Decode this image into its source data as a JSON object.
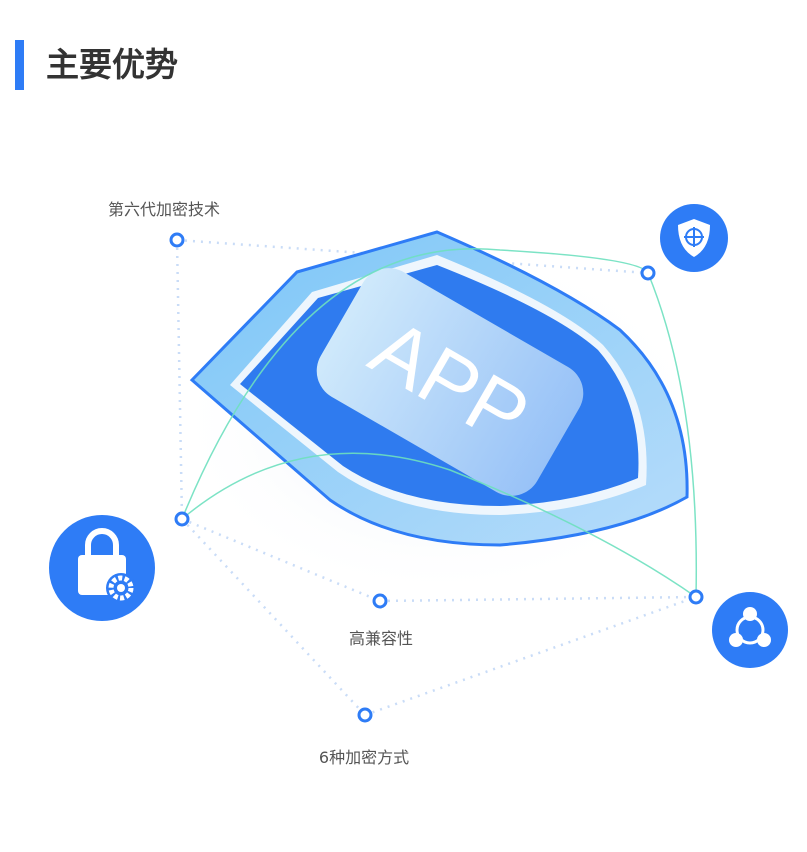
{
  "section": {
    "title": "主要优势"
  },
  "diagram": {
    "center_label": "APP",
    "features": [
      {
        "label": "第六代加密技术"
      },
      {
        "label": "高兼容性"
      },
      {
        "label": "6种加密方式"
      }
    ],
    "icons": [
      "shield-target-icon",
      "lock-gear-icon",
      "share-network-icon"
    ]
  },
  "colors": {
    "accent": "#2e7cf6",
    "line_green": "#6ee0bf",
    "dot_line": "#c9dcf7"
  }
}
